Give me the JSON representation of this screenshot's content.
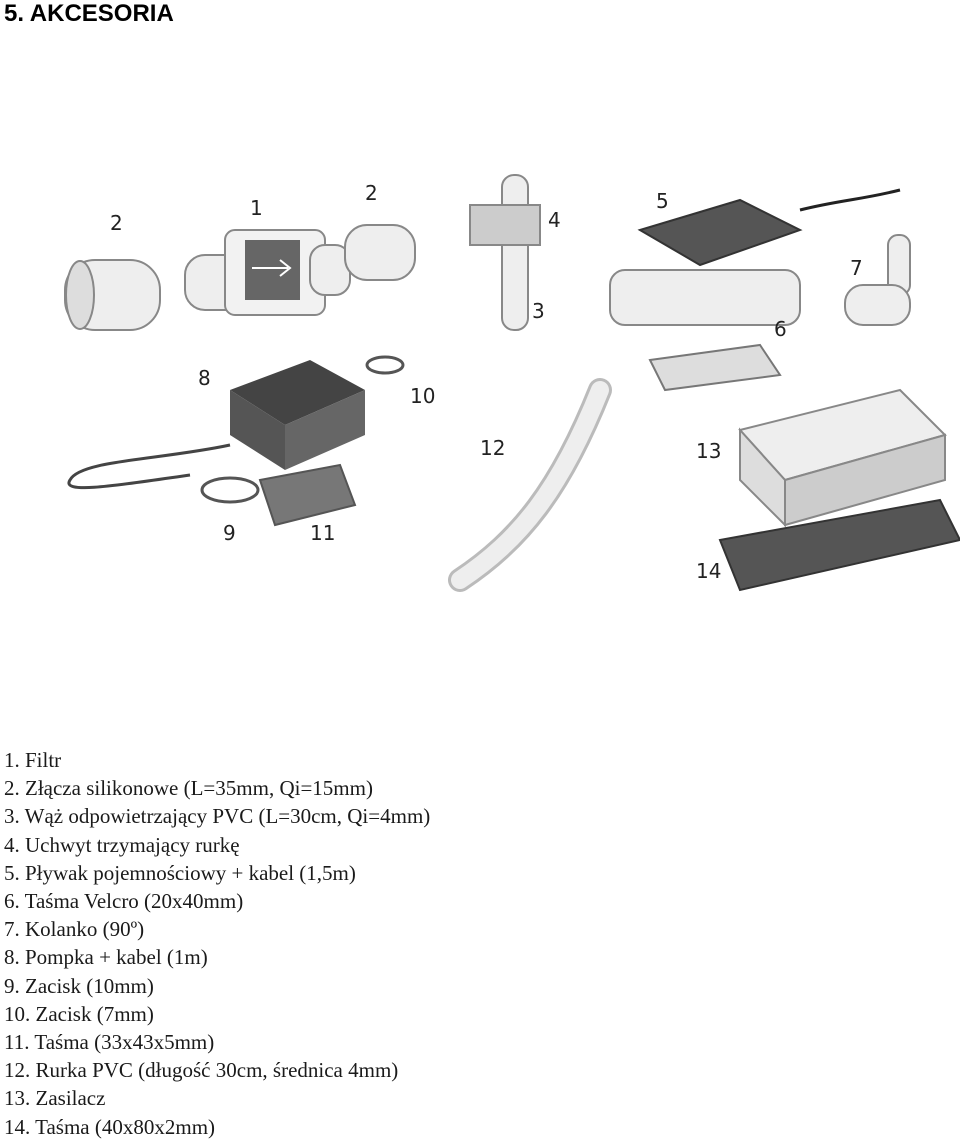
{
  "heading": "5. AKCESORIA",
  "callouts": [
    "1",
    "2",
    "2",
    "3",
    "4",
    "5",
    "6",
    "7",
    "8",
    "9",
    "10",
    "11",
    "12",
    "13",
    "14"
  ],
  "items": [
    "1. Filtr",
    "2. Złącza silikonowe (L=35mm, Qi=15mm)",
    "3. Wąż odpowietrzający PVC (L=30cm, Qi=4mm)",
    "4. Uchwyt trzymający rurkę",
    "5. Pływak pojemnościowy + kabel (1,5m)",
    "6. Taśma Velcro (20x40mm)",
    "7. Kolanko (90º)",
    "8. Pompka + kabel (1m)",
    "9. Zacisk (10mm)",
    "10. Zacisk (7mm)",
    "11. Taśma (33x43x5mm)",
    "12. Rurka PVC (długość 30cm, średnica 4mm)",
    "13. Zasilacz",
    "14. Taśma (40x80x2mm)"
  ]
}
